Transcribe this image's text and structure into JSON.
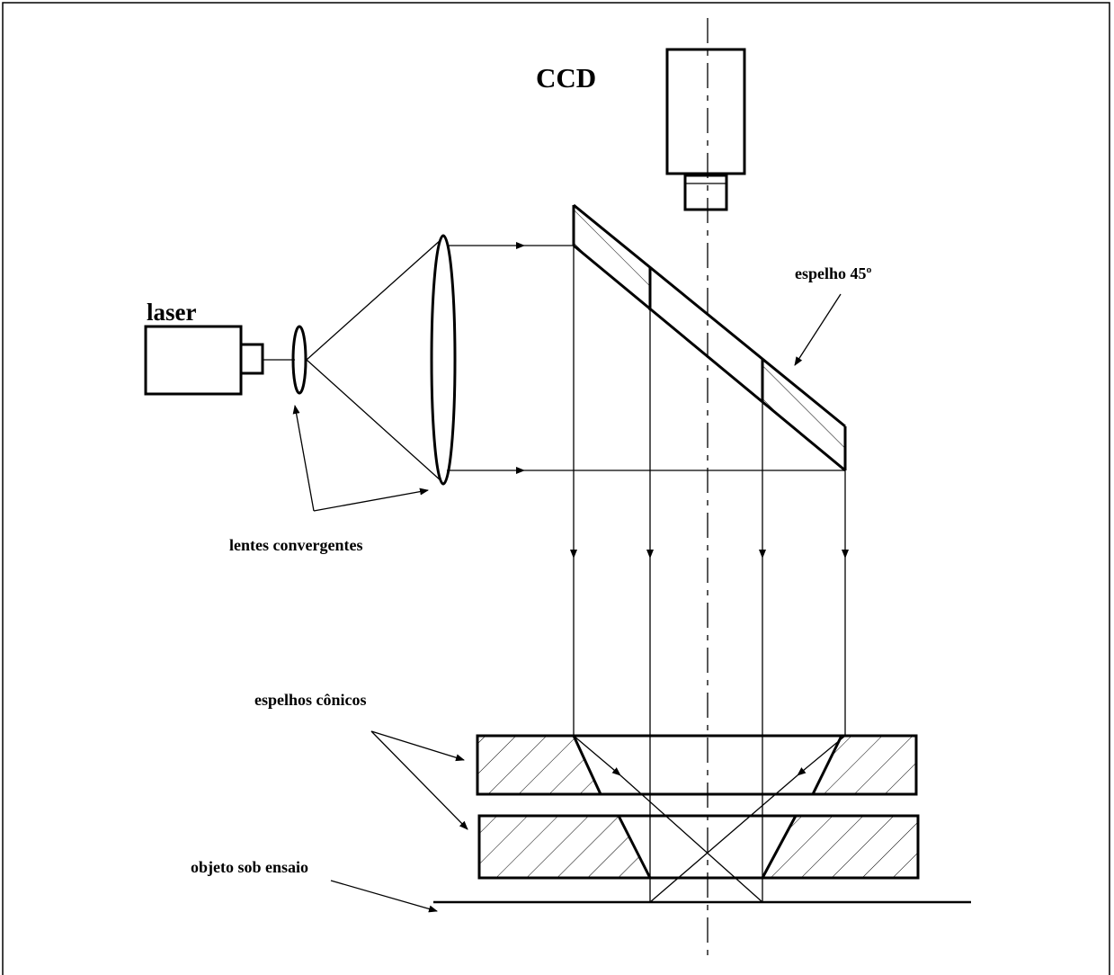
{
  "labels": {
    "ccd": "CCD",
    "laser": "laser",
    "mirror45": "espelho 45º",
    "lenses": "lentes convergentes",
    "conical_mirrors": "espelhos cônicos",
    "test_object": "objeto sob ensaio"
  },
  "colors": {
    "line": "#000000",
    "background": "#ffffff"
  }
}
